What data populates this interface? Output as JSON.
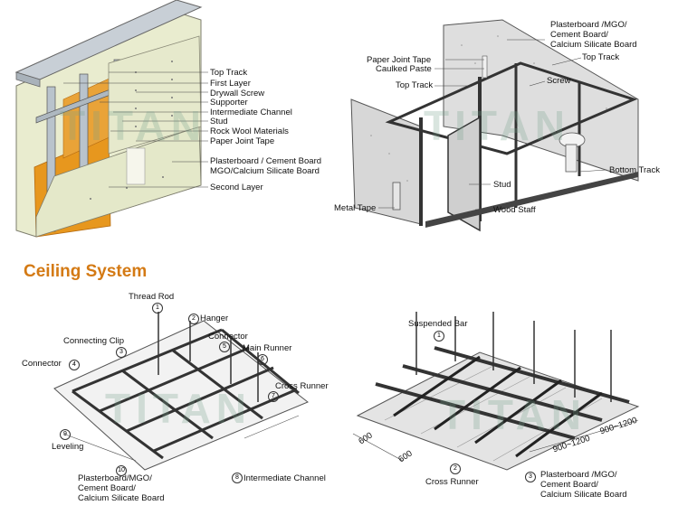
{
  "wall_panel_left": {
    "labels": [
      "Top Track",
      "First Layer",
      "Drywall Screw",
      "Supporter",
      "Intermediate Channel",
      "Stud",
      "Rock Wool Materials",
      "Paper Joint Tape",
      "Plasterboard / Cement Board",
      "MGO/Calcium Silicate Board",
      "Second Layer"
    ]
  },
  "wall_panel_right": {
    "board_lines": [
      "Plasterboard /MGO/",
      "Cement Board/",
      "Calcium Silicate Board"
    ],
    "labels": {
      "paper_joint_tape": "Paper Joint Tape",
      "caulked_paste": "Caulked Paste",
      "top_track_left": "Top Track",
      "top_track_right": "Top Track",
      "screw": "Screw",
      "bottom_track": "Bottom Track",
      "stud": "Stud",
      "metal_tape": "Metal Tape",
      "wood_staff": "Wood Staff"
    }
  },
  "ceiling_section": {
    "title": "Ceiling System"
  },
  "ceiling_left": {
    "labels": {
      "thread_rod": "Thread Rod",
      "hanger": "Hanger",
      "connecting_clip": "Connecting Clip",
      "connector_right": "Connector",
      "main_runner": "Main Runner",
      "connector_left": "Connector",
      "cross_runner": "Cross Runner",
      "leveling": "Leveling",
      "intermediate_channel": "Intermediate Channel"
    },
    "board_lines": [
      "Plasterboard/MGO/",
      "Cement Board/",
      "Calcium Silicate Board"
    ],
    "numbers": [
      "1",
      "2",
      "3",
      "4",
      "5",
      "6",
      "7",
      "8",
      "9",
      "10"
    ]
  },
  "ceiling_right": {
    "labels": {
      "suspended_bar": "Suspended Bar",
      "cross_runner": "Cross Runner"
    },
    "board_lines": [
      "Plasterboard /MGO/",
      "Cement Board/",
      "Calcium Silicate Board"
    ],
    "numbers": [
      "1",
      "2",
      "3"
    ],
    "dimensions": {
      "d1": "600",
      "d2": "600",
      "d3": "900~1200",
      "d4": "900~1200"
    }
  },
  "watermark": "TITAN",
  "colors": {
    "title": "#d47a14",
    "board": "#e9eccf",
    "insulation": "#e7971e",
    "steel": "#b9c3cc"
  }
}
